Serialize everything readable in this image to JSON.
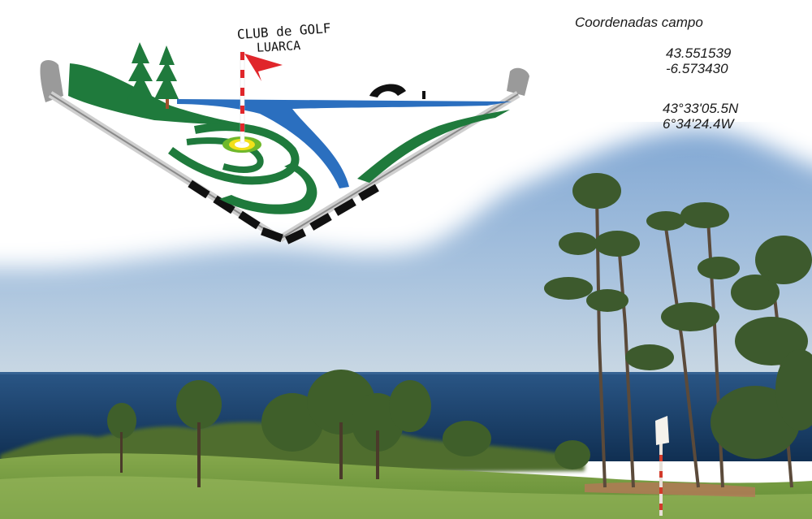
{
  "logo": {
    "text_line1": "CLUB de GOLF",
    "text_line2": "LUARCA"
  },
  "coordinates": {
    "title": "Coordenadas campo",
    "latitude_decimal": "43.551539",
    "longitude_decimal": "-6.573430",
    "latitude_dms": "43°33'05.5N",
    "longitude_dms": "6°34'24.4W"
  },
  "colors": {
    "logo_green": "#1f7a3c",
    "logo_blue": "#2b6fbf",
    "flag_red": "#e0262b",
    "sea": "#17406b",
    "sky": "#8fb3d8",
    "grass": "#7fa34a"
  }
}
